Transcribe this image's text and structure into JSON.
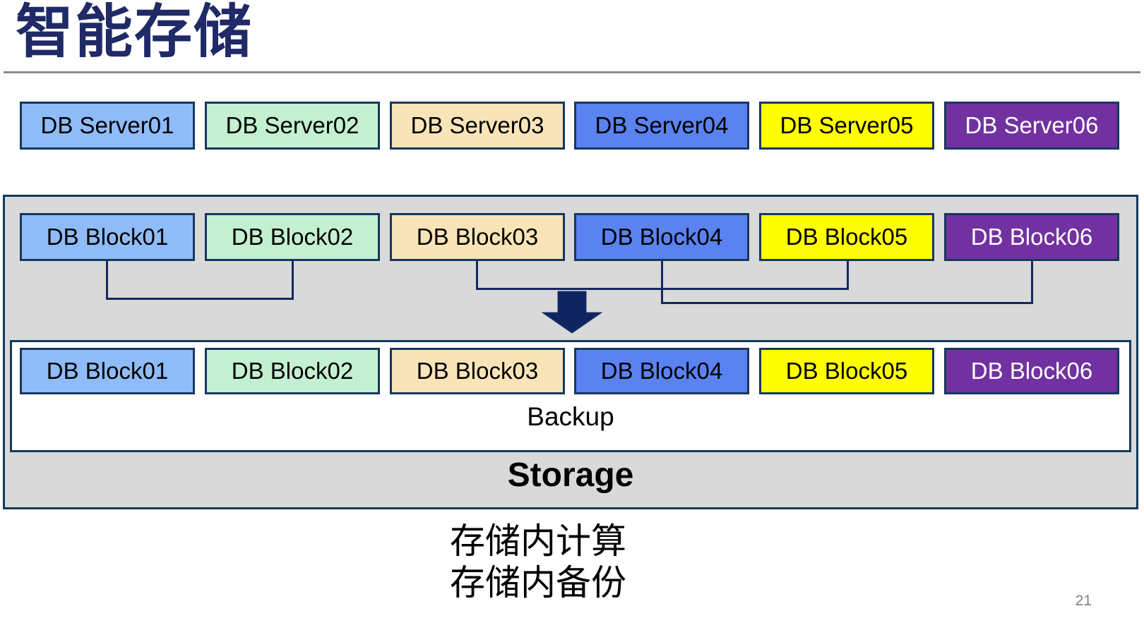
{
  "slide": {
    "title": "智能存储",
    "page_number": "21",
    "captions": {
      "line1": "存储内计算",
      "line2": "存储内备份"
    }
  },
  "palette": [
    {
      "name": "light-blue",
      "bg": "#8FBCF8",
      "text": "#000000"
    },
    {
      "name": "mint-green",
      "bg": "#C3F0D0",
      "text": "#000000"
    },
    {
      "name": "tan",
      "bg": "#F9E4B8",
      "text": "#000000"
    },
    {
      "name": "medium-blue",
      "bg": "#5A82F0",
      "text": "#000000"
    },
    {
      "name": "yellow",
      "bg": "#FFFF00",
      "text": "#000000"
    },
    {
      "name": "purple",
      "bg": "#7231A0",
      "text": "#FFFFFF"
    }
  ],
  "colors": {
    "title_navy": "#1F2A66",
    "box_border_navy": "#17375E",
    "connector_navy": "#14295E",
    "arrow_navy": "#0F2561",
    "storage_gray": "#D9D9D9",
    "title_rule_gray": "#8C8C8C",
    "page_number_gray": "#808080"
  },
  "servers": [
    {
      "label": "DB Server01"
    },
    {
      "label": "DB Server02"
    },
    {
      "label": "DB Server03"
    },
    {
      "label": "DB Server04"
    },
    {
      "label": "DB Server05"
    },
    {
      "label": "DB Server06"
    }
  ],
  "blocks_top": [
    {
      "label": "DB Block01"
    },
    {
      "label": "DB Block02"
    },
    {
      "label": "DB Block03"
    },
    {
      "label": "DB Block04"
    },
    {
      "label": "DB Block05"
    },
    {
      "label": "DB Block06"
    }
  ],
  "blocks_bottom": [
    {
      "label": "DB Block01"
    },
    {
      "label": "DB Block02"
    },
    {
      "label": "DB Block03"
    },
    {
      "label": "DB Block04"
    },
    {
      "label": "DB Block05"
    },
    {
      "label": "DB Block06"
    }
  ],
  "storage": {
    "backup_label": "Backup",
    "storage_label": "Storage"
  }
}
